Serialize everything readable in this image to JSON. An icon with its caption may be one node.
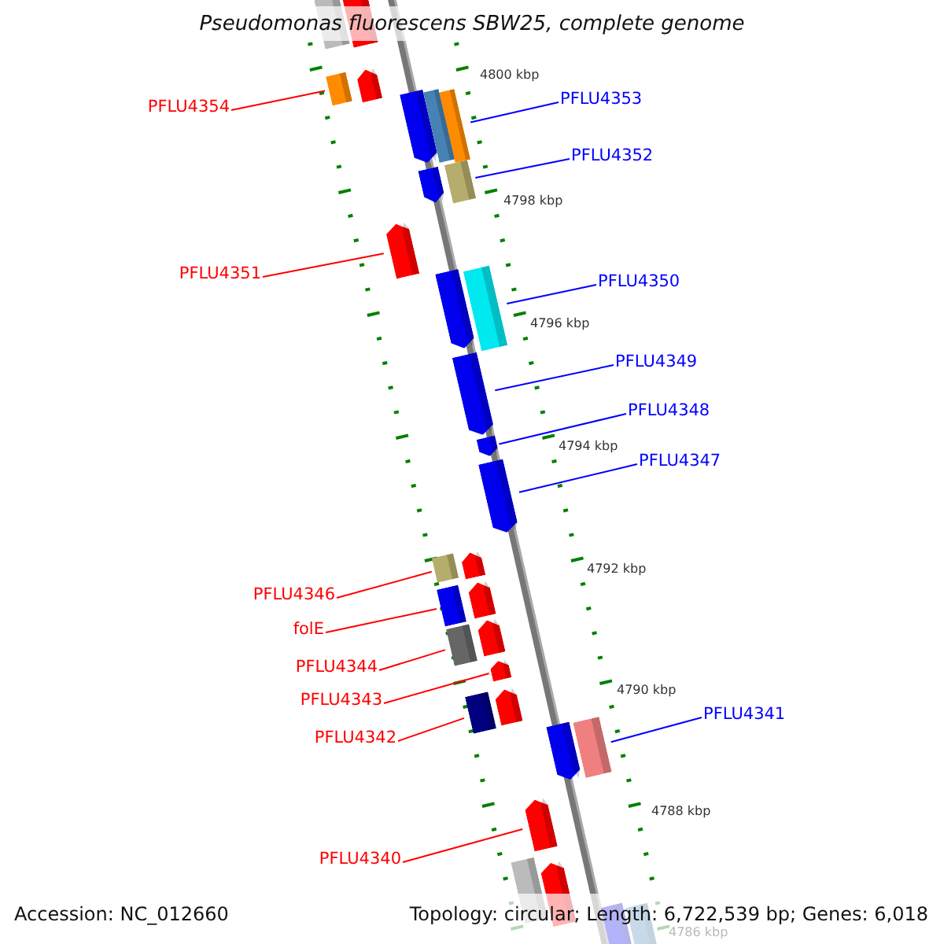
{
  "diagram": {
    "title": "Pseudomonas fluorescens SBW25, complete genome",
    "nodes": [
      {
        "text": [
          "PFLU4354"
        ]
      },
      {
        "text": [],
        "shape": "arrow"
      },
      {
        "text": [
          "PFLU4353"
        ]
      },
      {
        "text": [],
        "shape": "arrow"
      },
      {
        "text": [
          "PFLU4352"
        ]
      },
      {
        "text": [],
        "shape": "arrow"
      },
      {
        "text": [
          "PFLU4351"
        ]
      },
      {
        "text": [],
        "shape": "arrow"
      },
      {
        "text": [
          "PFLU4350"
        ]
      },
      {
        "text": [],
        "shape": "arrow"
      },
      {
        "text": [
          "PFLU4349"
        ]
      },
      {
        "text": [],
        "shape": "arrow"
      },
      {
        "text": [
          "PFLU4348"
        ]
      },
      {
        "text": [],
        "shape": "arrow"
      },
      {
        "text": [
          "PFLU4347"
        ]
      },
      {
        "text": [],
        "shape": "arrow"
      },
      {
        "text": [
          "PFLU4346"
        ]
      },
      {
        "text": [],
        "shape": "arrow"
      },
      {
        "text": [
          "folE"
        ]
      },
      {
        "text": [],
        "shape": "arrow"
      },
      {
        "text": [
          "PFLU4344"
        ]
      },
      {
        "text": [],
        "shape": "arrow"
      },
      {
        "text": [
          "PFLU4343"
        ]
      },
      {
        "text": [],
        "shape": "arrow"
      },
      {
        "text": [
          "PFLU4342"
        ]
      },
      {
        "text": [],
        "shape": "arrow"
      },
      {
        "text": [
          "PFLU4341"
        ]
      },
      {
        "text": [],
        "shape": "arrow"
      },
      {
        "text": [
          "PFLU4340"
        ]
      },
      {
        "text": [],
        "shape": "arrow"
      },
      {
        "text": [],
        "shape": "arrow"
      },
      {
        "text": [],
        "shape": "arrow"
      },
      {
        "text": [],
        "shape": "arrow"
      },
      {
        "text": [],
        "shape": "arrow"
      },
      {
        "text": [],
        "shape": "arrow"
      },
      {
        "text": [],
        "shape": "arrow"
      },
      {
        "text": [],
        "shape": "arrow"
      },
      {
        "text": [],
        "shape": "arrow"
      },
      {
        "text": [],
        "shape": "arrow"
      },
      {
        "text": [],
        "shape": "arrow"
      },
      {
        "text": [],
        "shape": "arrow"
      },
      {
        "text": [],
        "shape": "arrow"
      },
      {
        "text": [],
        "shape": "arrow"
      },
      {
        "text": [],
        "shape": "arrow"
      },
      {
        "text": [],
        "shape": "arrow"
      },
      {
        "text": [],
        "shape": "arrow"
      }
    ],
    "edges": [
      {
        "from": 0,
        "to": 1,
        "arrow": "none"
      },
      {
        "from": 2,
        "to": 3,
        "arrow": "none",
        "color": "#0000ff"
      },
      {
        "from": 4,
        "to": 5,
        "arrow": "none",
        "color": "#0000ff"
      },
      {
        "from": 6,
        "to": 7,
        "arrow": "none"
      },
      {
        "from": 8,
        "to": 9,
        "arrow": "none",
        "color": "#0000ff"
      },
      {
        "from": 10,
        "to": 11,
        "arrow": "none",
        "color": "#0000ff"
      },
      {
        "from": 12,
        "to": 13,
        "arrow": "none",
        "color": "#0000ff"
      },
      {
        "from": 14,
        "to": 15,
        "arrow": "none",
        "color": "#0000ff"
      },
      {
        "from": 16,
        "to": 17,
        "arrow": "none"
      },
      {
        "from": 18,
        "to": 19,
        "arrow": "none"
      },
      {
        "from": 20,
        "to": 21,
        "arrow": "none"
      },
      {
        "from": 22,
        "to": 23,
        "arrow": "none"
      },
      {
        "from": 24,
        "to": 25,
        "arrow": "none"
      },
      {
        "from": 26,
        "to": 27,
        "arrow": "none",
        "color": "#0000ff"
      },
      {
        "from": 28,
        "to": 29,
        "arrow": "none"
      }
    ],
    "labels": [
      "4800 kbp",
      "4798 kbp",
      "4796 kbp",
      "4794 kbp",
      "4792 kbp",
      "4790 kbp",
      "4788 kbp",
      "4786 kbp",
      "Accession: NC_012660",
      "Topology: circular; Length: 6,722,539 bp; Genes: 6,018"
    ]
  }
}
